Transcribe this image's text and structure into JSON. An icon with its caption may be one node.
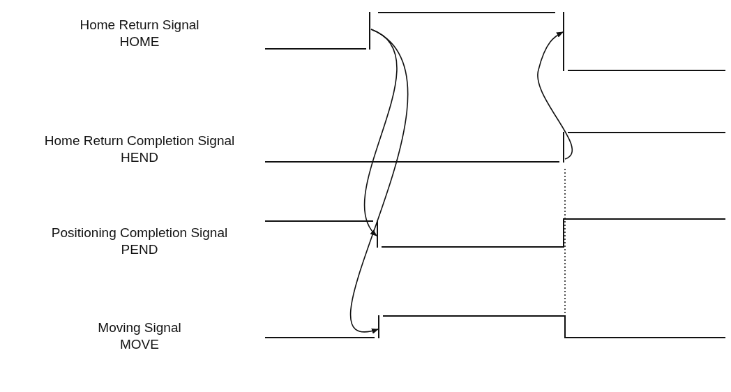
{
  "diagram": {
    "nodes": [
      {
        "text": [],
        "shape": "bar"
      },
      {
        "text": [],
        "shape": "bar"
      },
      {
        "text": [],
        "shape": "bar"
      },
      {
        "text": [],
        "shape": "bar"
      },
      {
        "text": [],
        "shape": "bar"
      }
    ],
    "edges": [
      {
        "from": 0,
        "to": 3,
        "arrow": "to"
      },
      {
        "from": 0,
        "to": 4,
        "arrow": "to"
      },
      {
        "from": 2,
        "to": 1,
        "arrow": "to"
      }
    ],
    "labels": [
      "Home Return Signal",
      "HOME",
      "Home Return Completion Signal",
      "HEND",
      "Positioning Completion Signal",
      "PEND",
      "Moving Signal",
      "MOVE"
    ]
  }
}
